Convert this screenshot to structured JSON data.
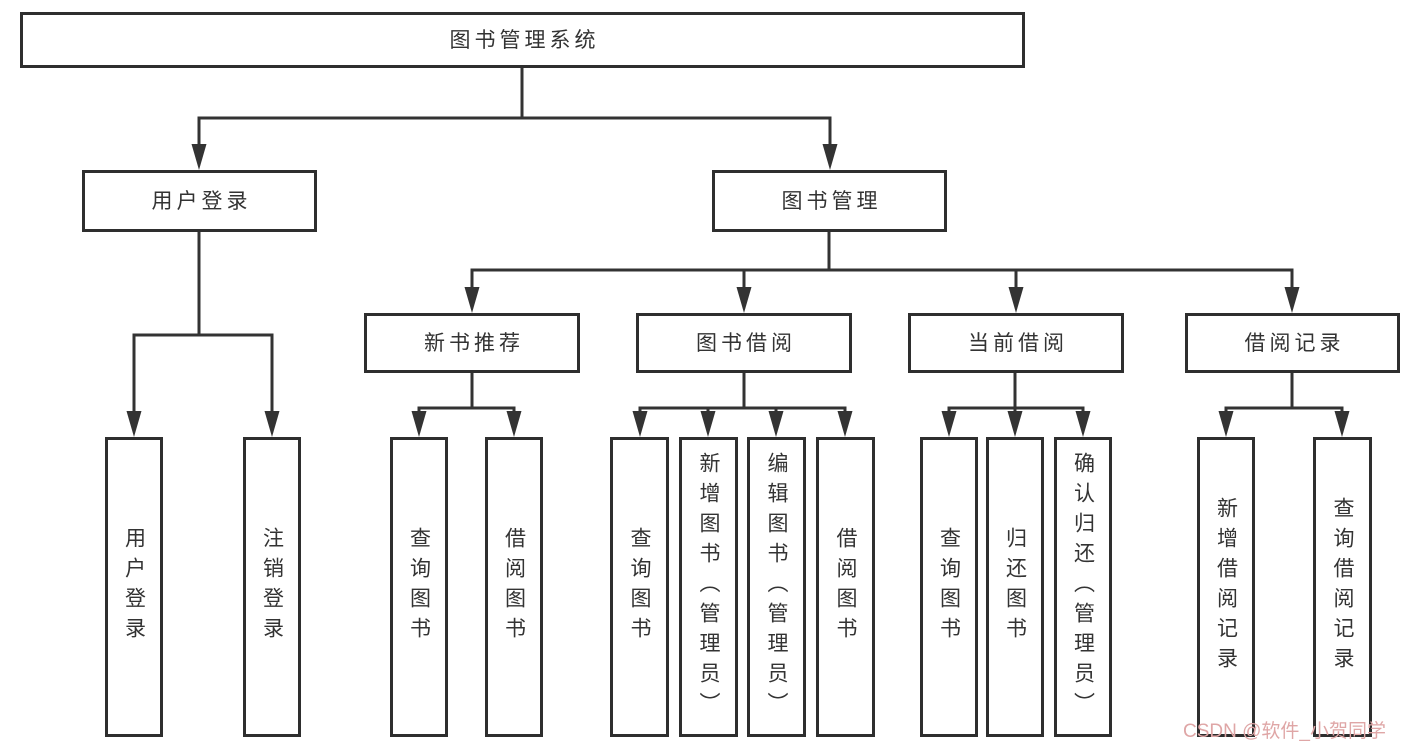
{
  "diagram": {
    "title": "图书管理系统",
    "tree": {
      "root": {
        "label": "图书管理系统",
        "children": [
          {
            "label": "用户登录",
            "children": [
              {
                "label": "用户登录"
              },
              {
                "label": "注销登录"
              }
            ]
          },
          {
            "label": "图书管理",
            "children": [
              {
                "label": "新书推荐",
                "children": [
                  {
                    "label": "查询图书"
                  },
                  {
                    "label": "借阅图书"
                  }
                ]
              },
              {
                "label": "图书借阅",
                "children": [
                  {
                    "label": "查询图书"
                  },
                  {
                    "label": "新增图书（管理员）"
                  },
                  {
                    "label": "编辑图书（管理员）"
                  },
                  {
                    "label": "借阅图书"
                  }
                ]
              },
              {
                "label": "当前借阅",
                "children": [
                  {
                    "label": "查询图书"
                  },
                  {
                    "label": "归还图书"
                  },
                  {
                    "label": "确认归还（管理员）"
                  }
                ]
              },
              {
                "label": "借阅记录",
                "children": [
                  {
                    "label": "新增借阅记录"
                  },
                  {
                    "label": "查询借阅记录"
                  }
                ]
              }
            ]
          }
        ]
      }
    },
    "colors": {
      "line": "#333333",
      "box_border": "#2e2e2e",
      "text": "#333333",
      "background": "#ffffff",
      "watermark": "#dfa6a6"
    }
  },
  "watermark": {
    "text": "CSDN @软件_小贺同学"
  }
}
